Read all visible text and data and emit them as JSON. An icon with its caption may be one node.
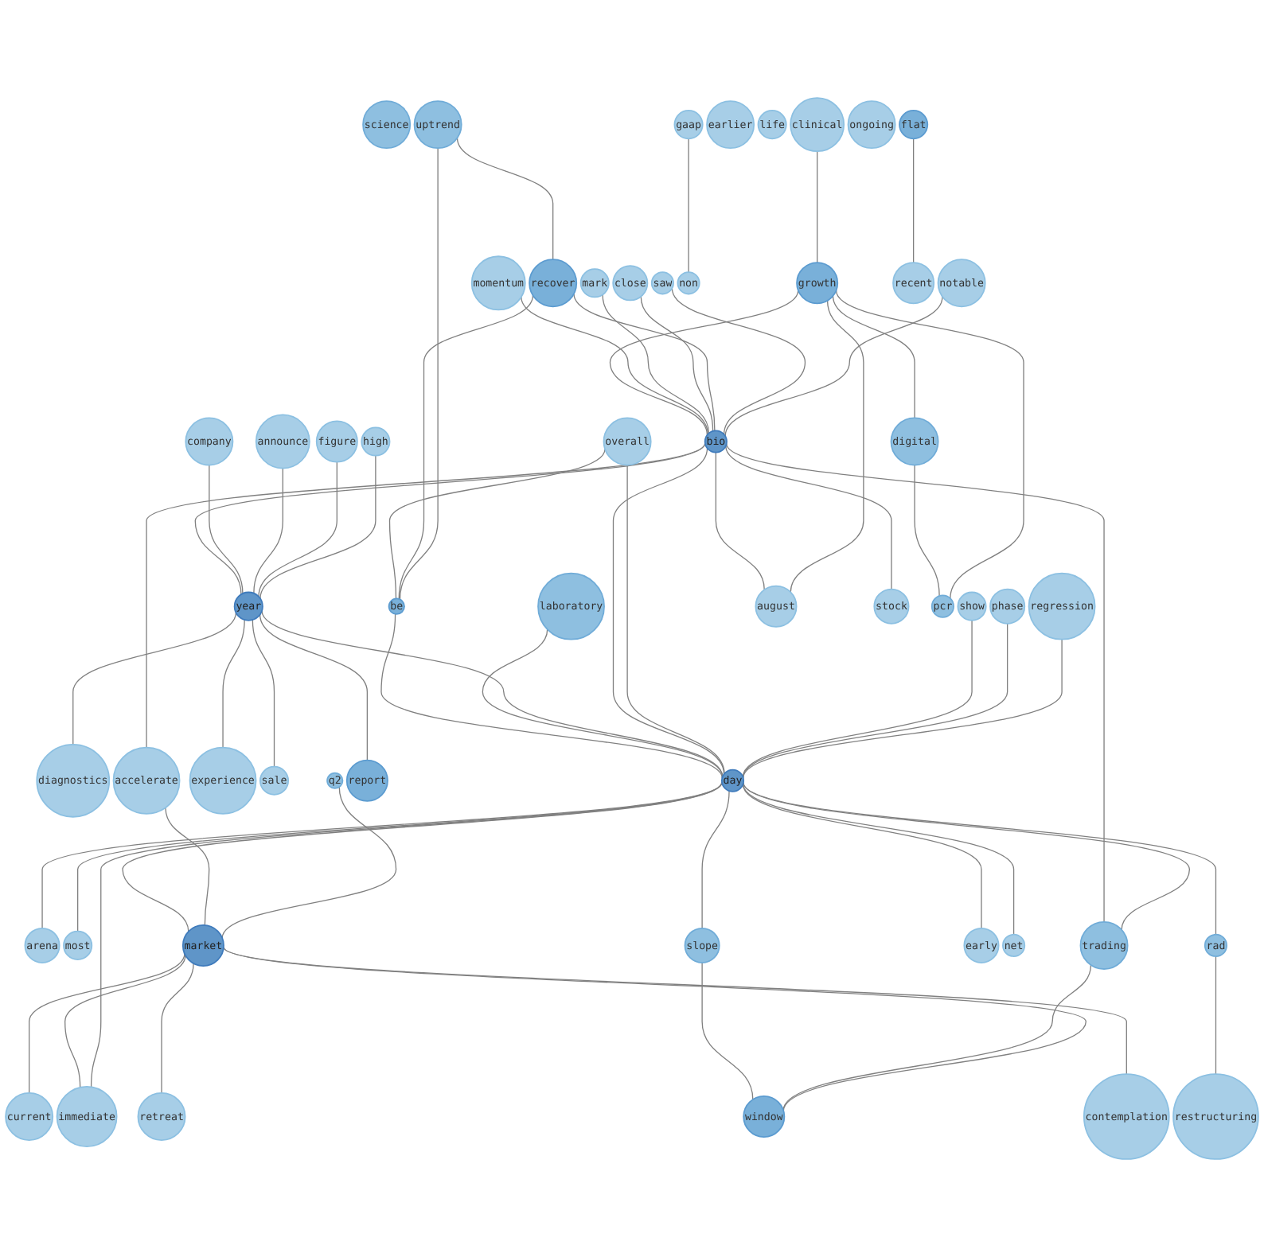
{
  "diagram": {
    "nodes": [
      {
        "text": [
          "saw"
        ]
      },
      {
        "text": [
          "high"
        ]
      },
      {
        "text": [
          "science"
        ]
      },
      {
        "text": [
          "restructuring"
        ]
      },
      {
        "text": [
          "notable"
        ]
      },
      {
        "text": [
          "uptrend"
        ]
      },
      {
        "text": [
          "show"
        ]
      },
      {
        "text": [
          "regression"
        ]
      },
      {
        "text": [
          "phase"
        ]
      },
      {
        "text": [
          "figure"
        ]
      },
      {
        "text": [
          "arena"
        ]
      },
      {
        "text": [
          "diagnostics"
        ]
      },
      {
        "text": [
          "announce"
        ]
      },
      {
        "text": [
          "company"
        ]
      },
      {
        "text": [
          "gaap"
        ]
      },
      {
        "text": [
          "q2"
        ]
      },
      {
        "text": [
          "experience"
        ]
      },
      {
        "text": [
          "sale"
        ]
      },
      {
        "text": [
          "recover"
        ]
      },
      {
        "text": [
          "close"
        ]
      },
      {
        "text": [
          "mark"
        ]
      },
      {
        "text": [
          "year"
        ]
      },
      {
        "text": [
          "accelerate"
        ]
      },
      {
        "text": [
          "be"
        ]
      },
      {
        "text": [
          "laboratory"
        ]
      },
      {
        "text": [
          "overall"
        ]
      },
      {
        "text": [
          "earlier"
        ]
      },
      {
        "text": [
          "bio"
        ]
      },
      {
        "text": [
          "report"
        ]
      },
      {
        "text": [
          "contemplation"
        ]
      },
      {
        "text": [
          "day"
        ]
      },
      {
        "text": [
          "life"
        ]
      },
      {
        "text": [
          "most"
        ]
      },
      {
        "text": [
          "growth"
        ]
      },
      {
        "text": [
          "market"
        ]
      },
      {
        "text": [
          "trading"
        ]
      },
      {
        "text": [
          "rad"
        ]
      },
      {
        "text": [
          "flat"
        ]
      },
      {
        "text": [
          "non"
        ]
      },
      {
        "text": [
          "momentum"
        ]
      },
      {
        "text": [
          "digital"
        ]
      },
      {
        "text": [
          "ongoing"
        ]
      },
      {
        "text": [
          "recent"
        ]
      },
      {
        "text": [
          "clinical"
        ]
      },
      {
        "text": [
          "immediate"
        ]
      },
      {
        "text": [
          "current"
        ]
      },
      {
        "text": [
          "august"
        ]
      },
      {
        "text": [
          "stock"
        ]
      },
      {
        "text": [
          "early"
        ]
      },
      {
        "text": [
          "pcr"
        ]
      },
      {
        "text": [
          "net"
        ]
      },
      {
        "text": [
          "window"
        ]
      },
      {
        "text": [
          "slope"
        ]
      },
      {
        "text": [
          "retreat"
        ]
      }
    ],
    "edges": [
      {
        "from": 1,
        "to": 21,
        "arrow": "none"
      },
      {
        "from": 9,
        "to": 21,
        "arrow": "none"
      },
      {
        "from": 3,
        "to": 36,
        "arrow": "none"
      },
      {
        "from": 4,
        "to": 27,
        "arrow": "none"
      },
      {
        "from": 0,
        "to": 27,
        "arrow": "none"
      },
      {
        "from": 7,
        "to": 30,
        "arrow": "none"
      },
      {
        "from": 8,
        "to": 30,
        "arrow": "none"
      },
      {
        "from": 6,
        "to": 30,
        "arrow": "none"
      },
      {
        "from": 21,
        "to": 11,
        "arrow": "none"
      },
      {
        "from": 38,
        "to": 14,
        "arrow": "none"
      },
      {
        "from": 21,
        "to": 16,
        "arrow": "none"
      },
      {
        "from": 21,
        "to": 17,
        "arrow": "none"
      },
      {
        "from": 15,
        "to": 34,
        "arrow": "none"
      },
      {
        "from": 22,
        "to": 34,
        "arrow": "none"
      },
      {
        "from": 5,
        "to": 23,
        "arrow": "none"
      },
      {
        "from": 5,
        "to": 18,
        "arrow": "none"
      },
      {
        "from": 10,
        "to": 30,
        "arrow": "none"
      },
      {
        "from": 12,
        "to": 21,
        "arrow": "none"
      },
      {
        "from": 13,
        "to": 21,
        "arrow": "none"
      },
      {
        "from": 18,
        "to": 23,
        "arrow": "none"
      },
      {
        "from": 18,
        "to": 27,
        "arrow": "none"
      },
      {
        "from": 19,
        "to": 27,
        "arrow": "none"
      },
      {
        "from": 20,
        "to": 27,
        "arrow": "none"
      },
      {
        "from": 25,
        "to": 23,
        "arrow": "none"
      },
      {
        "from": 25,
        "to": 30,
        "arrow": "none"
      },
      {
        "from": 32,
        "to": 30,
        "arrow": "none"
      },
      {
        "from": 39,
        "to": 27,
        "arrow": "none"
      },
      {
        "from": 33,
        "to": 27,
        "arrow": "none"
      },
      {
        "from": 33,
        "to": 40,
        "arrow": "none"
      },
      {
        "from": 33,
        "to": 49,
        "arrow": "none"
      },
      {
        "from": 33,
        "to": 46,
        "arrow": "none"
      },
      {
        "from": 40,
        "to": 49,
        "arrow": "none"
      },
      {
        "from": 43,
        "to": 33,
        "arrow": "none"
      },
      {
        "from": 27,
        "to": 47,
        "arrow": "none"
      },
      {
        "from": 27,
        "to": 46,
        "arrow": "none"
      },
      {
        "from": 34,
        "to": 45,
        "arrow": "none"
      },
      {
        "from": 34,
        "to": 53,
        "arrow": "none"
      },
      {
        "from": 30,
        "to": 48,
        "arrow": "none"
      },
      {
        "from": 30,
        "to": 52,
        "arrow": "none"
      },
      {
        "from": 30,
        "to": 50,
        "arrow": "none"
      },
      {
        "from": 30,
        "to": 44,
        "arrow": "none"
      },
      {
        "from": 30,
        "to": 36,
        "arrow": "none"
      },
      {
        "from": 30,
        "to": 35,
        "arrow": "none"
      },
      {
        "from": 27,
        "to": 35,
        "arrow": "none"
      },
      {
        "from": 34,
        "to": 44,
        "arrow": "none"
      },
      {
        "from": 34,
        "to": 51,
        "arrow": "none"
      },
      {
        "from": 37,
        "to": 42,
        "arrow": "none"
      },
      {
        "from": 35,
        "to": 51,
        "arrow": "none"
      },
      {
        "from": 52,
        "to": 51,
        "arrow": "none"
      },
      {
        "from": 29,
        "to": 34,
        "arrow": "none"
      },
      {
        "from": 27,
        "to": 21,
        "arrow": "none"
      },
      {
        "from": 27,
        "to": 22,
        "arrow": "none"
      },
      {
        "from": 21,
        "to": 28,
        "arrow": "none"
      },
      {
        "from": 27,
        "to": 30,
        "arrow": "none"
      },
      {
        "from": 21,
        "to": 30,
        "arrow": "none"
      },
      {
        "from": 30,
        "to": 34,
        "arrow": "none"
      },
      {
        "from": 24,
        "to": 30,
        "arrow": "none"
      },
      {
        "from": 23,
        "to": 30,
        "arrow": "none"
      }
    ]
  }
}
